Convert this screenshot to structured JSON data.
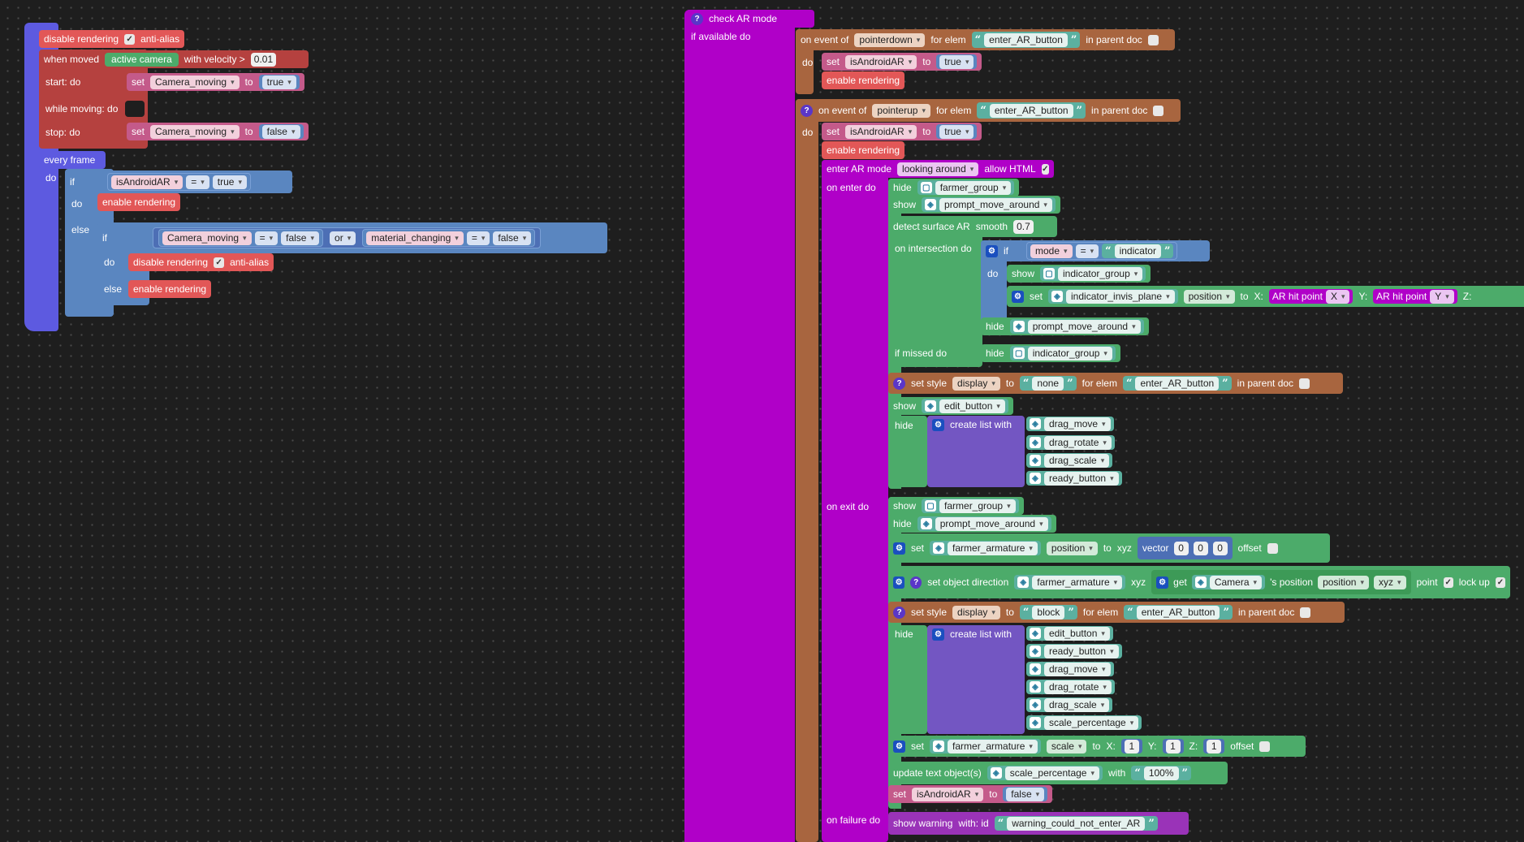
{
  "left": {
    "disable_rendering": "disable rendering",
    "anti_alias": "anti-alias",
    "when_moved": "when moved",
    "active_camera": "active camera",
    "with_velocity": "with velocity >",
    "velocity": "0.01",
    "start_do": "start: do",
    "while_moving": "while moving: do",
    "stop_do": "stop: do",
    "set": "set",
    "to": "to",
    "camera_moving": "Camera_moving",
    "true": "true",
    "false": "false",
    "every_frame": "every frame",
    "do": "do",
    "if": "if",
    "else": "else",
    "is_android_ar": "isAndroidAR",
    "eq": "=",
    "or": "or",
    "material_changing": "material_changing",
    "enable_rendering": "enable rendering"
  },
  "right": {
    "check_ar_mode": "check AR mode",
    "if_available_do": "if available do",
    "on_event_of": "on event of",
    "pointerdown": "pointerdown",
    "pointerup": "pointerup",
    "for_elem": "for elem",
    "enter_ar_button": "enter_AR_button",
    "in_parent_doc": "in parent doc",
    "do": "do",
    "set": "set",
    "to": "to",
    "is_android_ar": "isAndroidAR",
    "true": "true",
    "false": "false",
    "enable_rendering": "enable rendering",
    "enter_ar_mode": "enter AR mode",
    "looking_around": "looking around",
    "allow_html": "allow HTML",
    "on_enter_do": "on enter do",
    "hide": "hide",
    "show": "show",
    "farmer_group": "farmer_group",
    "prompt_move_around": "prompt_move_around",
    "detect_surface": "detect surface AR",
    "smooth": "smooth",
    "smooth_val": "0.7",
    "on_intersection_do": "on intersection do",
    "if": "if",
    "mode": "mode",
    "eq": "=",
    "indicator": "indicator",
    "indicator_group": "indicator_group",
    "indicator_invis_plane": "indicator_invis_plane",
    "position": "position",
    "x_label": "X:",
    "y_label": "Y:",
    "z_label": "Z:",
    "ar_hit_point": "AR hit point",
    "hit_x": "X",
    "hit_y": "Y",
    "if_missed_do": "if missed do",
    "set_style": "set style",
    "display": "display",
    "none": "none",
    "block": "block",
    "edit_button": "edit_button",
    "create_list_with": "create list with",
    "drag_move": "drag_move",
    "drag_rotate": "drag_rotate",
    "drag_scale": "drag_scale",
    "ready_button": "ready_button",
    "scale_percentage": "scale_percentage",
    "on_exit_do": "on exit do",
    "farmer_armature": "farmer_armature",
    "xyz": "xyz",
    "vector": "vector",
    "zero": "0",
    "offset": "offset",
    "set_object_direction": "set object direction",
    "get": "get",
    "camera": "Camera",
    "s_position": "'s position",
    "point": "point",
    "lock_up": "lock up",
    "scale": "scale",
    "one": "1",
    "update_text": "update text object(s)",
    "with": "with",
    "hundred": "100%",
    "on_failure_do": "on failure do",
    "show_warning": "show warning",
    "with_id": "with:  id",
    "warning_id": "warning_could_not_enter_AR"
  },
  "colors": {
    "background": "#1e1e1e",
    "purple": "#b000c8",
    "brown": "#a8653f",
    "green": "#4cab6a",
    "red": "#e25757",
    "blue": "#5a86c0"
  }
}
